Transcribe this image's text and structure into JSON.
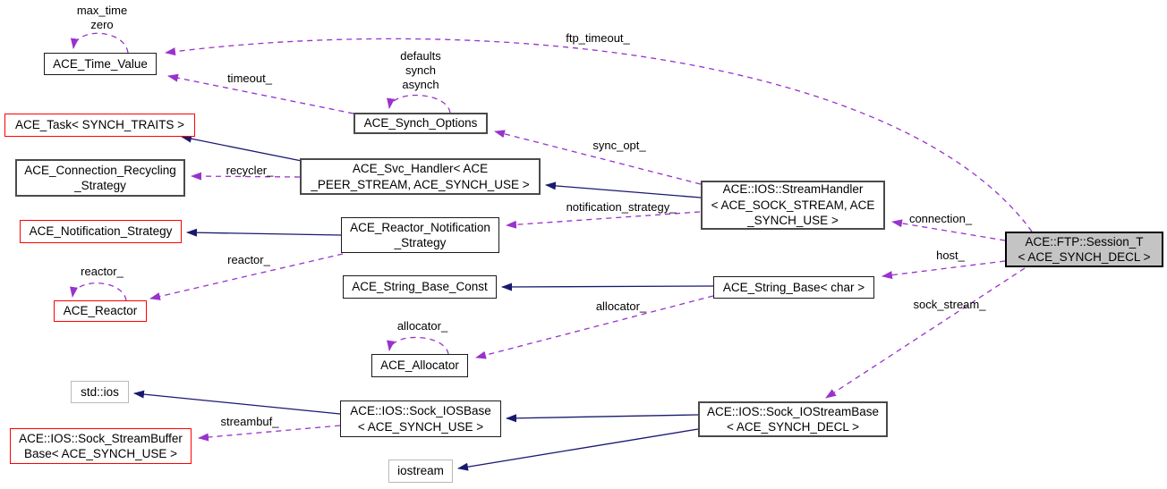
{
  "diagram": {
    "kind": "collaboration-graph",
    "colors": {
      "inheritance_edge": "#191970",
      "usage_edge": "#9932cc",
      "node_border": "#1a1a1a",
      "truncated_node_border": "#ff0000",
      "external_node_border": "#b9b9b9",
      "main_node_fill": "#c4c4c4"
    },
    "nodes": [
      {
        "id": "time-value",
        "label": "ACE_Time_Value"
      },
      {
        "id": "task",
        "label": "ACE_Task< SYNCH_TRAITS >"
      },
      {
        "id": "connection-recycling",
        "label": "ACE_Connection_Recycling\n_Strategy"
      },
      {
        "id": "notification-strategy",
        "label": "ACE_Notification_Strategy"
      },
      {
        "id": "reactor",
        "label": "ACE_Reactor"
      },
      {
        "id": "synch-options",
        "label": "ACE_Synch_Options"
      },
      {
        "id": "svc-handler",
        "label": "ACE_Svc_Handler< ACE\n_PEER_STREAM, ACE_SYNCH_USE >"
      },
      {
        "id": "reactor-notification",
        "label": "ACE_Reactor_Notification\n_Strategy"
      },
      {
        "id": "stream-handler",
        "label": "ACE::IOS::StreamHandler\n< ACE_SOCK_STREAM, ACE\n_SYNCH_USE >"
      },
      {
        "id": "session-t",
        "label": "ACE::FTP::Session_T\n< ACE_SYNCH_DECL >"
      },
      {
        "id": "string-base-const",
        "label": "ACE_String_Base_Const"
      },
      {
        "id": "string-base-char",
        "label": "ACE_String_Base< char >"
      },
      {
        "id": "allocator",
        "label": "ACE_Allocator"
      },
      {
        "id": "std-ios",
        "label": "std::ios"
      },
      {
        "id": "sock-streambuffer-base",
        "label": "ACE::IOS::Sock_StreamBuffer\nBase< ACE_SYNCH_USE >"
      },
      {
        "id": "sock-iosbase",
        "label": "ACE::IOS::Sock_IOSBase\n< ACE_SYNCH_USE >"
      },
      {
        "id": "iostream",
        "label": "iostream"
      },
      {
        "id": "sock-iostreambase",
        "label": "ACE::IOS::Sock_IOStreamBase\n< ACE_SYNCH_DECL >"
      }
    ],
    "edge_labels": [
      {
        "id": "max-time-zero",
        "text": "max_time\nzero"
      },
      {
        "id": "ftp-timeout",
        "text": "ftp_timeout_"
      },
      {
        "id": "defaults-synch-asynch",
        "text": "defaults\nsynch\nasynch"
      },
      {
        "id": "timeout",
        "text": "timeout_"
      },
      {
        "id": "sync-opt",
        "text": "sync_opt_"
      },
      {
        "id": "recycler",
        "text": "recycler_"
      },
      {
        "id": "notification-strategy",
        "text": "notification_strategy_"
      },
      {
        "id": "connection",
        "text": "connection_"
      },
      {
        "id": "reactor-self",
        "text": "reactor_"
      },
      {
        "id": "reactor",
        "text": "reactor_"
      },
      {
        "id": "host",
        "text": "host_"
      },
      {
        "id": "allocator",
        "text": "allocator_"
      },
      {
        "id": "allocator-self",
        "text": "allocator_"
      },
      {
        "id": "sock-stream",
        "text": "sock_stream_"
      },
      {
        "id": "streambuf",
        "text": "streambuf_"
      }
    ]
  }
}
